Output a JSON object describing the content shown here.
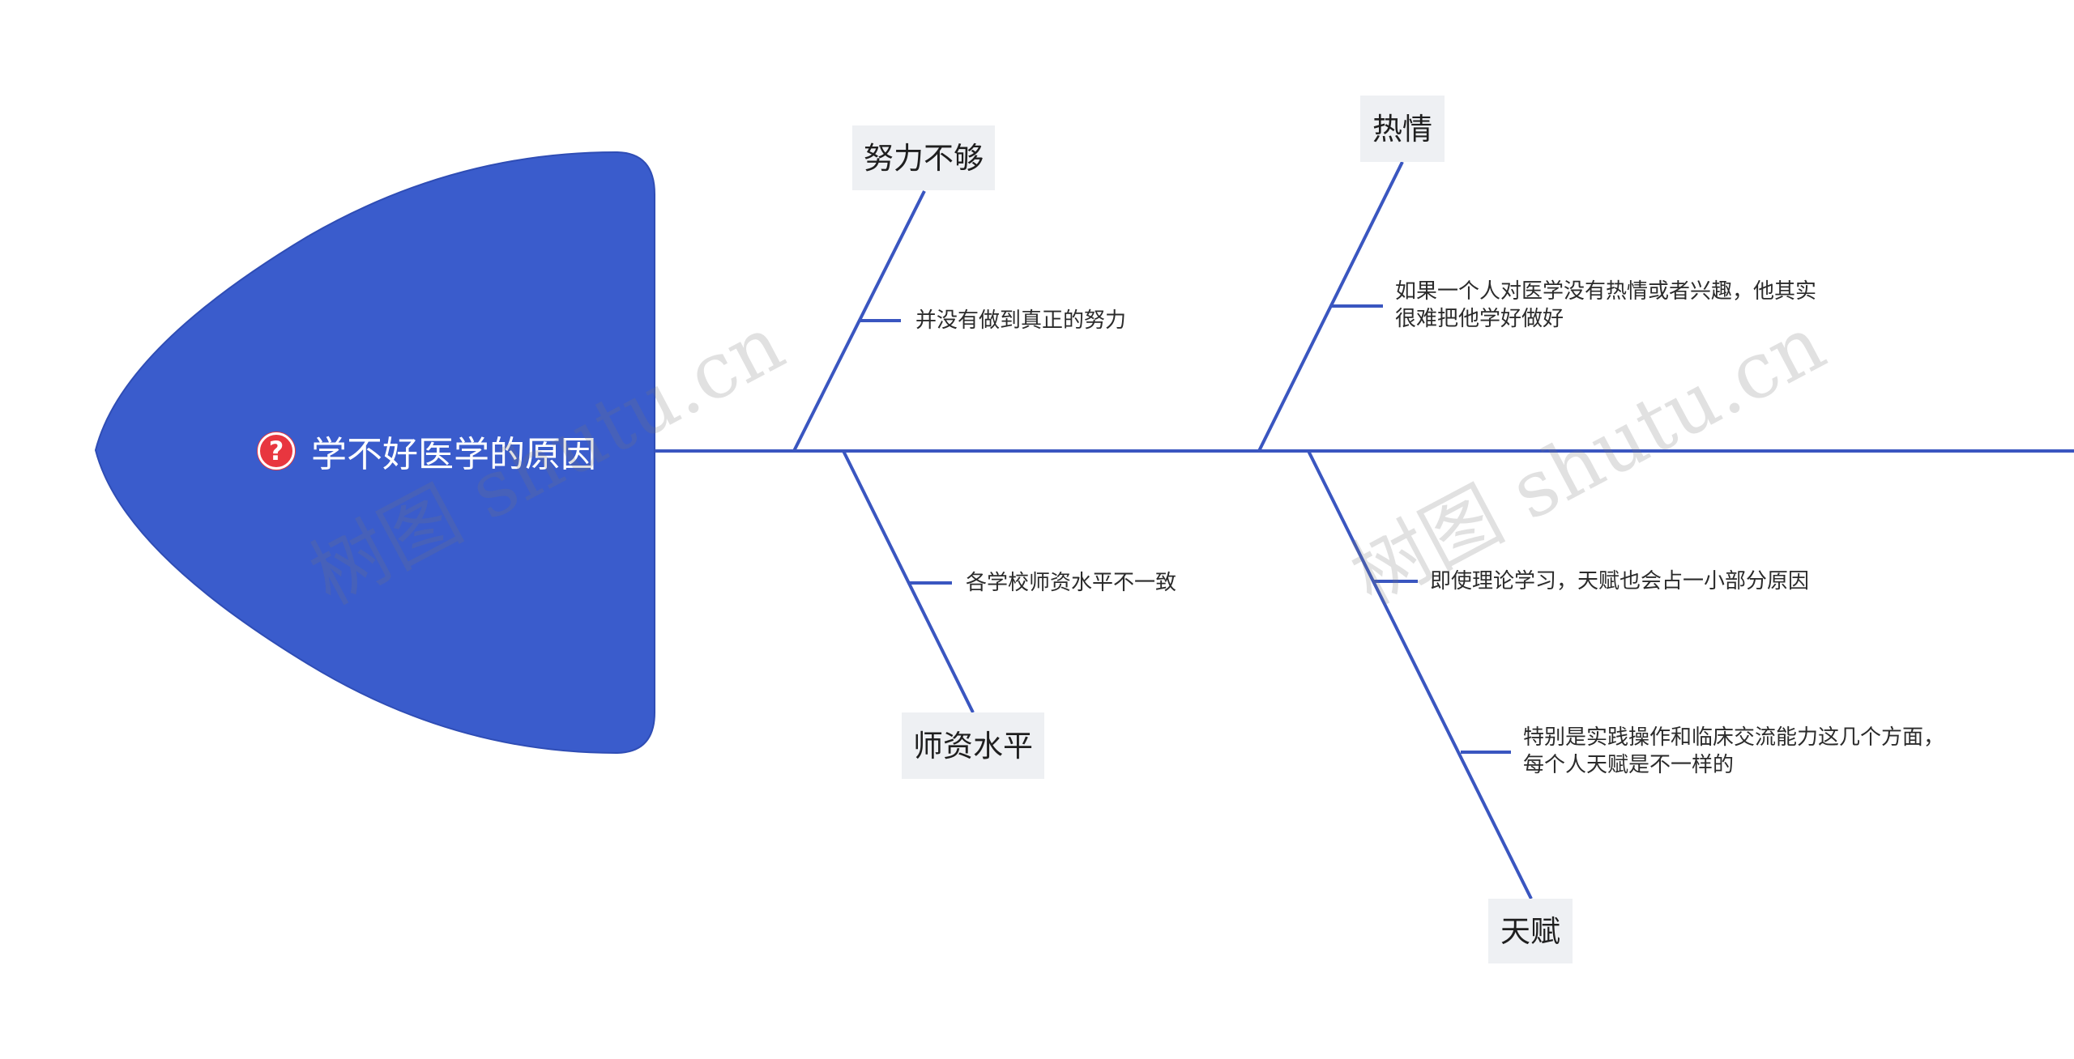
{
  "root": {
    "label": "学不好医学的原因",
    "icon": "question-icon"
  },
  "colors": {
    "head": "#3a5ccc",
    "line": "#3a56c0",
    "box": "#eef0f3",
    "icon": "#e8363f"
  },
  "branches": [
    {
      "title": "努力不够",
      "details": [
        "并没有做到真正的努力"
      ]
    },
    {
      "title": "师资水平",
      "details": [
        "各学校师资水平不一致"
      ]
    },
    {
      "title": "热情",
      "details": [
        "如果一个人对医学没有热情或者兴趣，他其实\n很难把他学好做好"
      ]
    },
    {
      "title": "天赋",
      "details": [
        "即使理论学习，天赋也会占一小部分原因",
        "特别是实践操作和临床交流能力这几个方面，\n每个人天赋是不一样的"
      ]
    }
  ],
  "watermark": "树图 shutu.cn"
}
